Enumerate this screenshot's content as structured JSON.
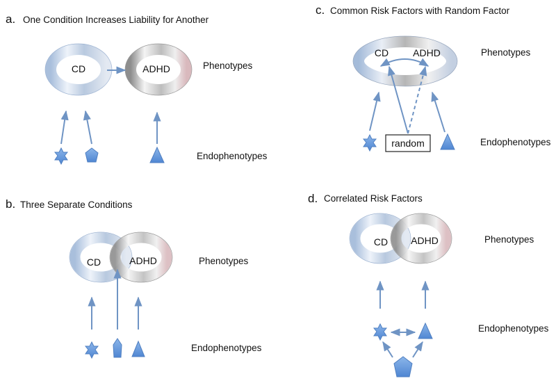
{
  "panels": {
    "a": {
      "letter": "a.",
      "title": "One Condition Increases Liability for Another",
      "ring_left": "CD",
      "ring_right": "ADHD",
      "phenotypes": "Phenotypes",
      "endophenotypes": "Endophenotypes"
    },
    "b": {
      "letter": "b.",
      "title": "Three Separate Conditions",
      "ring_left": "CD",
      "ring_right": "ADHD",
      "phenotypes": "Phenotypes",
      "endophenotypes": "Endophenotypes"
    },
    "c": {
      "letter": "c.",
      "title": "Common Risk Factors with Random Factor",
      "ring_left": "CD",
      "ring_right": "ADHD",
      "phenotypes": "Phenotypes",
      "endophenotypes": "Endophenotypes",
      "random_box": "random"
    },
    "d": {
      "letter": "d.",
      "title": "Correlated Risk Factors",
      "ring_left": "CD",
      "ring_right": "ADHD",
      "phenotypes": "Phenotypes",
      "endophenotypes": "Endophenotypes"
    }
  },
  "colors": {
    "arrow": "#6f94c4",
    "icon_fill": "#6a9fe0",
    "icon_stroke": "#4f7fc1",
    "ring_gray": "#b9b9b9",
    "ring_blue": "#c8d8ee"
  },
  "icons": [
    "star-icon",
    "pentagon-icon",
    "triangle-icon"
  ]
}
